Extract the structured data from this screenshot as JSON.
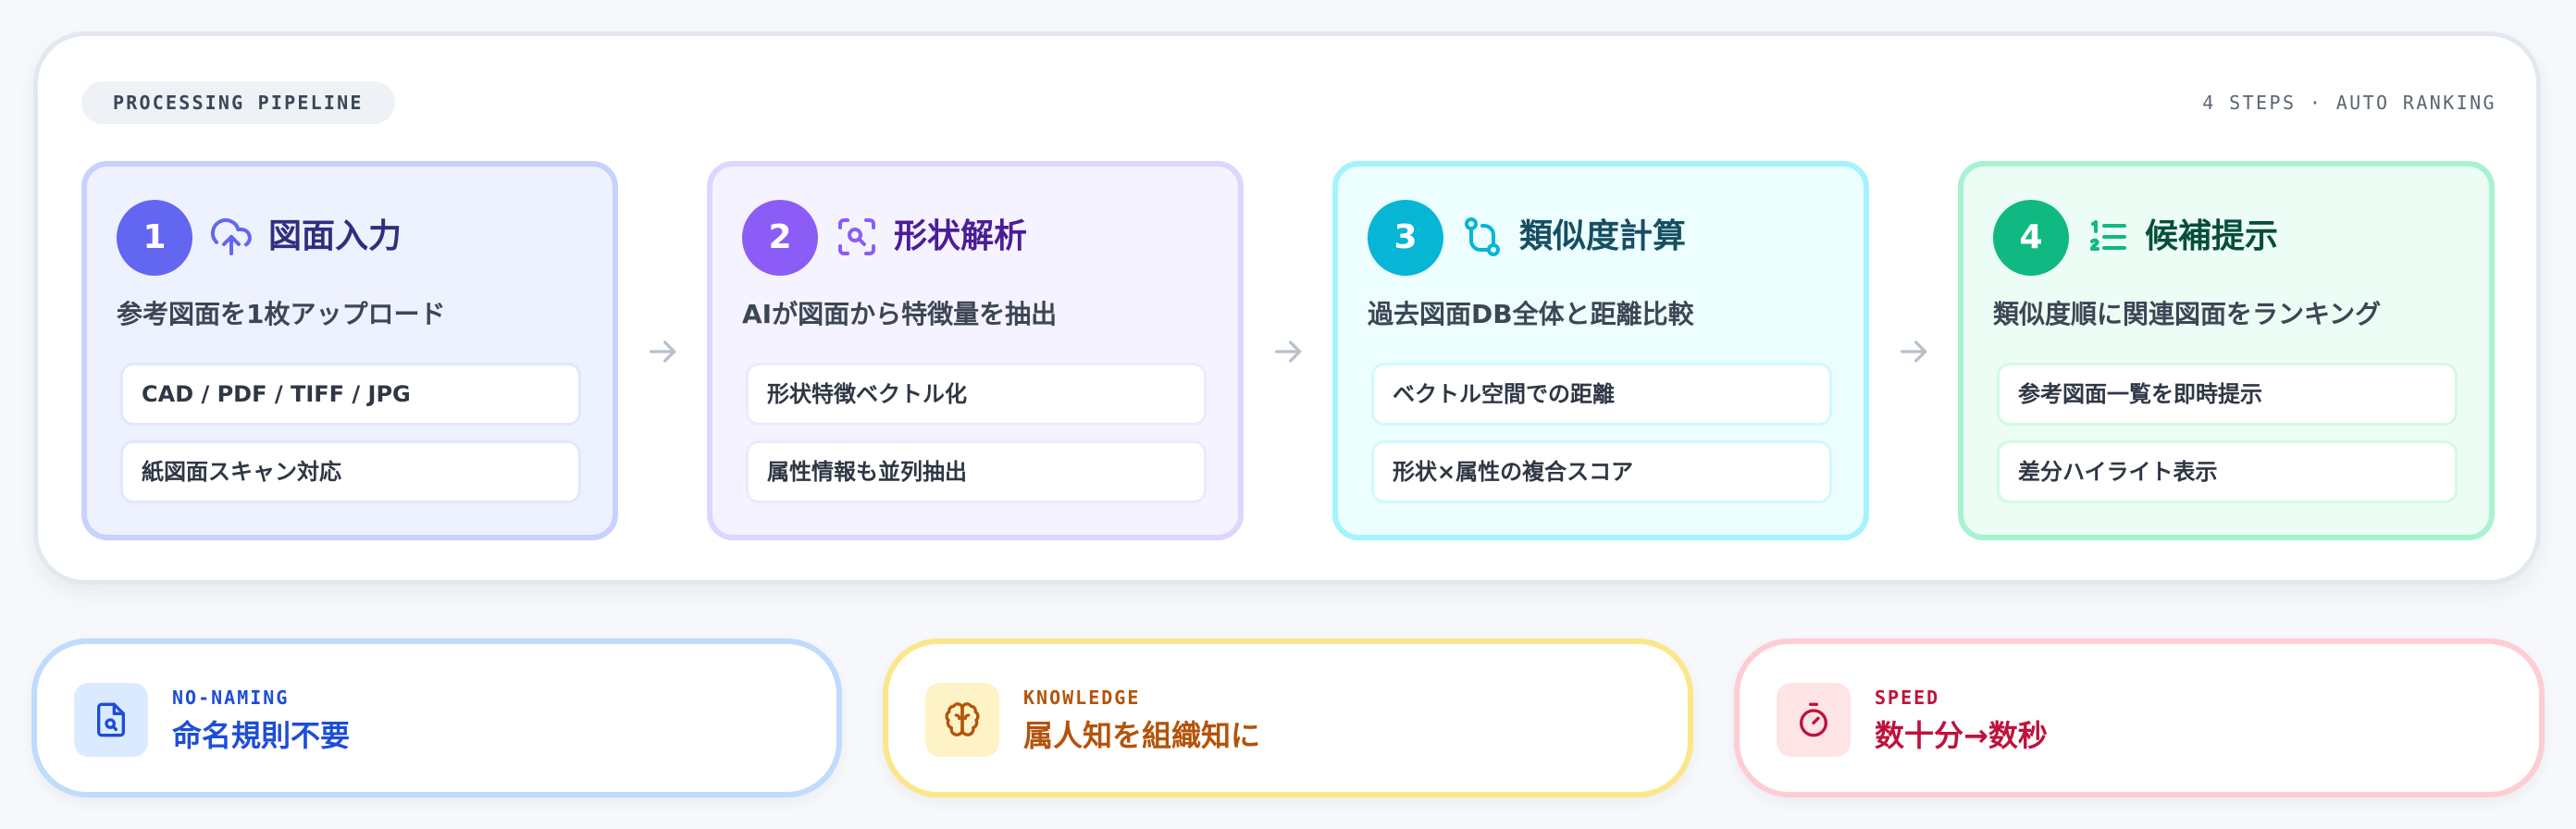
{
  "header": {
    "pill_label": "PROCESSING PIPELINE",
    "meta": "4 STEPS · AUTO RANKING"
  },
  "steps": [
    {
      "number": "1",
      "icon": "cloud-upload-icon",
      "title": "図面入力",
      "description": "参考図面を1枚アップロード",
      "chips": [
        "CAD / PDF / TIFF / JPG",
        "紙図面スキャン対応"
      ],
      "colors": {
        "accent": "#6366f1",
        "title": "#312e81",
        "bg": "#eef2ff",
        "border": "#c7d2fe",
        "chip_border": "#e0e7ff"
      }
    },
    {
      "number": "2",
      "icon": "scan-search-icon",
      "title": "形状解析",
      "description": "AIが図面から特徴量を抽出",
      "chips": [
        "形状特徴ベクトル化",
        "属性情報も並列抽出"
      ],
      "colors": {
        "accent": "#8b5cf6",
        "title": "#4c1d95",
        "bg": "#f5f3ff",
        "border": "#ddd6fe",
        "chip_border": "#ede9fe"
      }
    },
    {
      "number": "3",
      "icon": "git-compare-icon",
      "title": "類似度計算",
      "description": "過去図面DB全体と距離比較",
      "chips": [
        "ベクトル空間での距離",
        "形状×属性の複合スコア"
      ],
      "colors": {
        "accent": "#06b6d4",
        "title": "#164e63",
        "bg": "#ecfeff",
        "border": "#a5f3fc",
        "chip_border": "#cffafe"
      }
    },
    {
      "number": "4",
      "icon": "ordered-list-icon",
      "title": "候補提示",
      "description": "類似度順に関連図面をランキング",
      "chips": [
        "参考図面一覧を即時提示",
        "差分ハイライト表示"
      ],
      "colors": {
        "accent": "#10b981",
        "title": "#064e3b",
        "bg": "#ecfdf5",
        "border": "#a7f3d0",
        "chip_border": "#d1fae5"
      }
    }
  ],
  "cards": [
    {
      "tag": "NO-NAMING",
      "title": "命名規則不要",
      "icon": "file-search-icon",
      "colors": {
        "accent": "#1d4ed8",
        "icon_bg": "#dbeafe",
        "border": "#bfdbfe"
      }
    },
    {
      "tag": "KNOWLEDGE",
      "title": "属人知を組織知に",
      "icon": "brain-icon",
      "colors": {
        "accent": "#b45309",
        "icon_bg": "#fef3c7",
        "border": "#fde68a"
      }
    },
    {
      "tag": "SPEED",
      "title": "数十分→数秒",
      "icon": "timer-icon",
      "colors": {
        "accent": "#be123c",
        "icon_bg": "#ffe4e6",
        "border": "#fecdd3"
      }
    }
  ]
}
